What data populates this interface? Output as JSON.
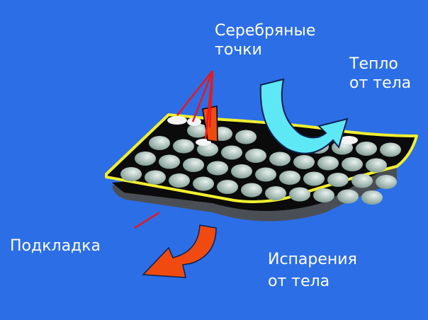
{
  "labels": {
    "silver_dots_line1": "Серебряные",
    "silver_dots_line2": "точки",
    "heat_line1": "Тепло",
    "heat_line2": "от тела",
    "lining": "Подкладка",
    "evaporation_line1": "Испарения",
    "evaporation_line2": "от тела"
  },
  "colors": {
    "background": "#2c6ee6",
    "fabric": "#0b0b0b",
    "edge": "#f2f030",
    "heat_arrow": "#5ee8f5",
    "vapor_arrow": "#f04a10",
    "pointer": "#e81818",
    "dots": "#a9bfb8"
  }
}
